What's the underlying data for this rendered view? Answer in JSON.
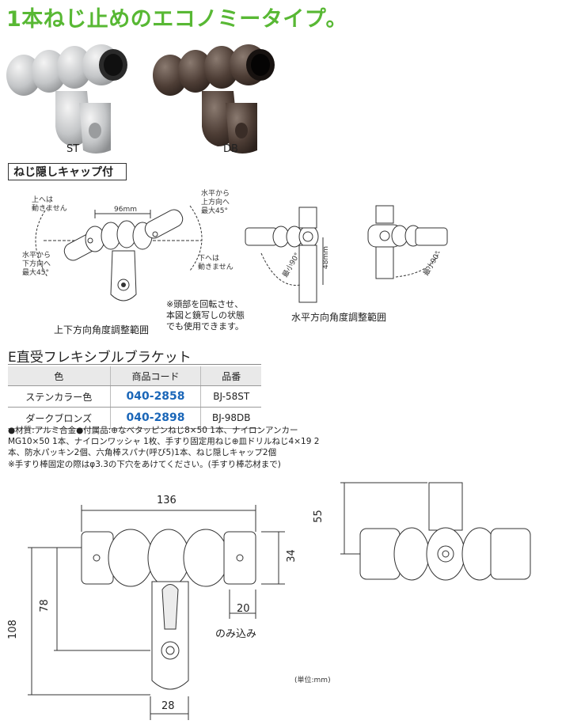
{
  "headline": "1本ねじ止めのエコノミータイプ。",
  "variants": [
    {
      "label": "ST",
      "color": "#c9cbcd"
    },
    {
      "label": "DB",
      "color": "#4e3e36"
    }
  ],
  "feature_label": "ねじ隠しキャップ付",
  "vertical_diagram": {
    "label_top_left": "上へは\n動きません",
    "label_bottom_left": "水平から\n下方向へ\n最大45°",
    "label_top_right": "水平から\n上方向へ\n最大45°",
    "label_right": "下へは\n動きません",
    "span_label": "96mm",
    "caption": "上下方向角度調整範囲"
  },
  "rotation_note": "※頭部を回転させ、\n本図と鏡写しの状態\nでも使用できます。",
  "horizontal_diagram": {
    "angle_left": "最小90°",
    "angle_right": "最小90°",
    "height_label": "48mm",
    "caption": "水平方向角度調整範囲"
  },
  "section_title": "E直受フレキシブルブラケット",
  "table": {
    "headers": [
      "色",
      "商品コード",
      "品番"
    ],
    "rows": [
      {
        "color": "ステンカラー色",
        "code": "040-2858",
        "part": "BJ-58ST"
      },
      {
        "color": "ダークブロンズ",
        "code": "040-2898",
        "part": "BJ-98DB"
      }
    ]
  },
  "material_note": "●材質:アルミ合金●付属品:⊕なべタッピンねじ8×50 1本、ナイロンアンカーMG10×50 1本、ナイロンワッシャ 1枚、手すり固定用ねじ⊕皿ドリルねじ4×19 2本、防水パッキン2個、六角棒スパナ(呼び5)1本、ねじ隠しキャップ2個",
  "drill_note": "※手すり棒固定の際はφ3.3の下穴をあけてください。(手すり棒芯材まで)",
  "dimensions": {
    "width": "136",
    "height_right": "34",
    "inset": "20",
    "inset_label": "のみ込み",
    "height_mid": "78",
    "height_total": "108",
    "base_width": "28",
    "side_height": "55"
  },
  "unit": "(単位:mm)"
}
